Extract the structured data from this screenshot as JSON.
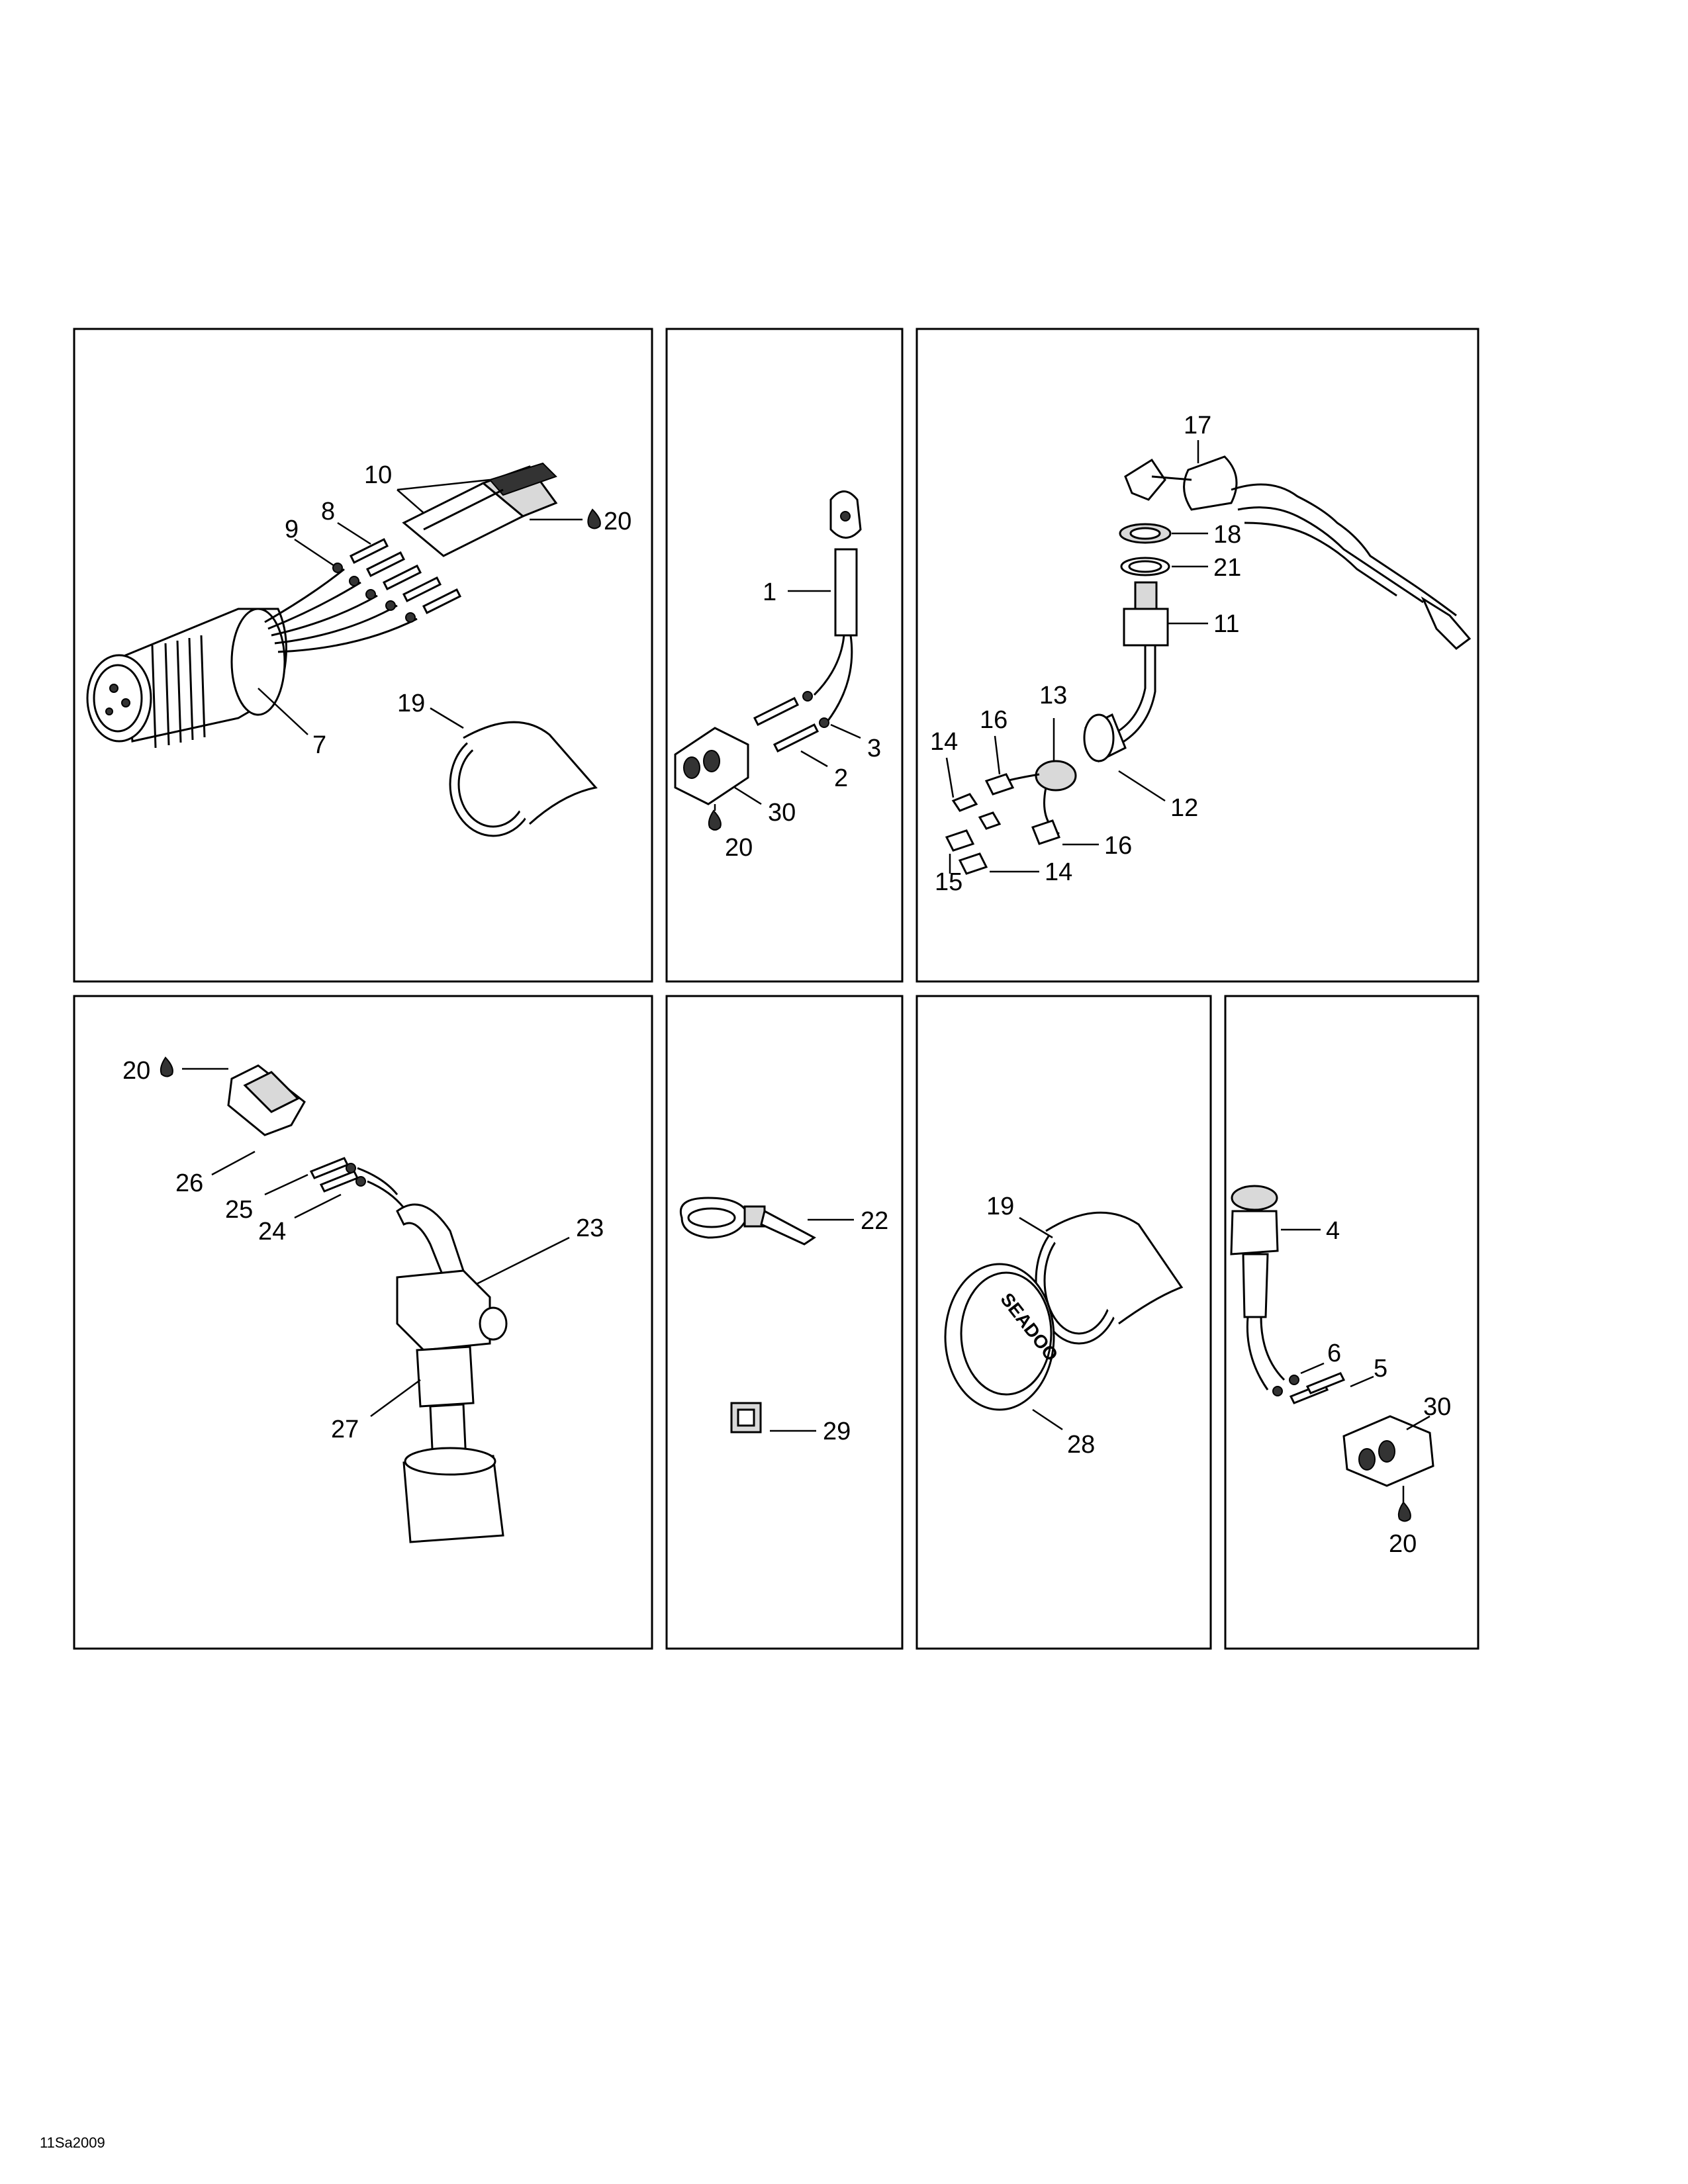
{
  "footer": {
    "code": "11Sa2009"
  },
  "panels": [
    {
      "id": "gauge",
      "callouts": [
        "7",
        "8",
        "9",
        "10",
        "19",
        "20"
      ]
    },
    {
      "id": "sensor",
      "callouts": [
        "1",
        "2",
        "3",
        "20",
        "30"
      ]
    },
    {
      "id": "tether",
      "callouts": [
        "11",
        "12",
        "13",
        "14",
        "14",
        "15",
        "16",
        "16",
        "17",
        "18",
        "21"
      ]
    },
    {
      "id": "float",
      "callouts": [
        "20",
        "23",
        "24",
        "25",
        "26",
        "27"
      ]
    },
    {
      "id": "ties",
      "callouts": [
        "22",
        "29"
      ]
    },
    {
      "id": "cap",
      "callouts": [
        "19",
        "28"
      ]
    },
    {
      "id": "temp-sensor",
      "callouts": [
        "4",
        "5",
        "6",
        "20",
        "30"
      ]
    }
  ],
  "labels": {
    "c1": "1",
    "c2": "2",
    "c3": "3",
    "c4": "4",
    "c5": "5",
    "c6": "6",
    "c7": "7",
    "c8": "8",
    "c9": "9",
    "c10": "10",
    "c11": "11",
    "c12": "12",
    "c13": "13",
    "c14a": "14",
    "c14b": "14",
    "c15": "15",
    "c16a": "16",
    "c16b": "16",
    "c17": "17",
    "c18": "18",
    "c19a": "19",
    "c19b": "19",
    "c20a": "20",
    "c20b": "20",
    "c20c": "20",
    "c20d": "20",
    "c21": "21",
    "c22": "22",
    "c23": "23",
    "c24": "24",
    "c25": "25",
    "c26": "26",
    "c27": "27",
    "c28": "28",
    "c29": "29",
    "c30a": "30",
    "c30b": "30"
  },
  "logo": {
    "cap_text": "SEADOO"
  }
}
